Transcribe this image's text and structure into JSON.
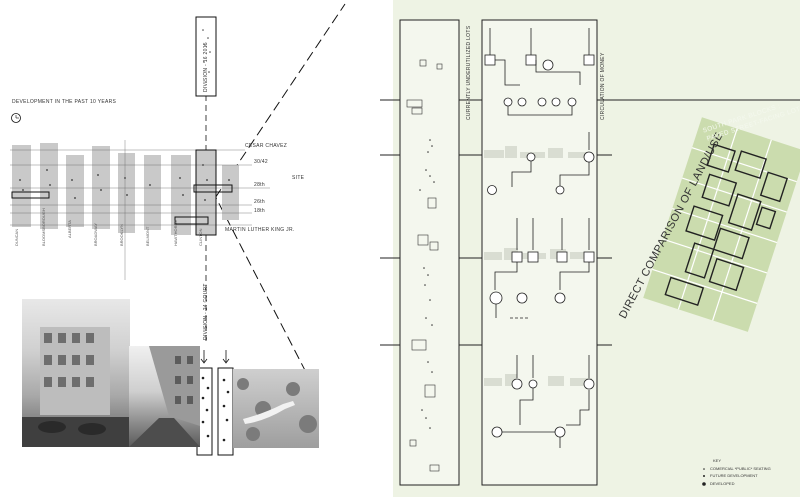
{
  "left_panel": {
    "heading": "DEVELOPMENT IN THE PAST 10 YEARS",
    "top_street": "DIVISION - 16 2015",
    "bottom_street": "DIVISION - 24 COURT",
    "streets": [
      "CESAR CHAVEZ",
      "30/42",
      "28th",
      "26th",
      "18th",
      "MARTIN LUTHER KING JR."
    ],
    "site_label": "SITE",
    "columns": [
      "DUNCAN",
      "BLOOMSBOROUGH",
      "ALBERTA",
      "BROADWAY",
      "BROOKLYN",
      "BELMONT",
      "HAWTHORNE",
      "CLINTON"
    ]
  },
  "right_panel": {
    "label_lots": "CURRENTLY UNDERUTILIZED LOTS",
    "label_money": "CIRCULATION OF MONEY",
    "title": "DIRECT COMPARISON OF LAND/USE",
    "subtitle_1": "SOUTH PARK BLOCKS :",
    "subtitle_2": "PAVED STREET-FACING LOTS",
    "key_title": "KEY",
    "key_items": [
      "COMERCIAL  *PUBLIC* SEATING",
      "FUTURE DEVELOPMENT",
      "DEVELOPED"
    ]
  },
  "colors": {
    "green_bg": "#eef3e4",
    "green_block": "#cbdcae",
    "ink": "#222222",
    "bar_gray": "#c9c9c9"
  }
}
